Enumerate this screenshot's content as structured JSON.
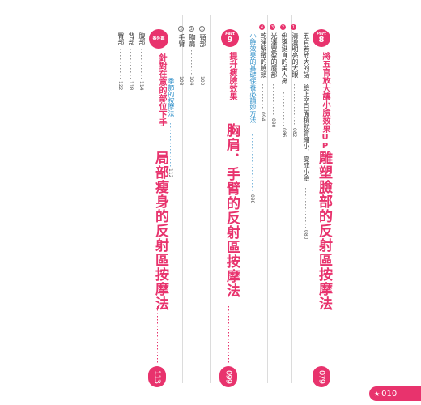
{
  "part8": {
    "badge_word": "Part",
    "badge_num": "8",
    "subtitle": "將五官放大讓小臉效果UP",
    "title": "雕塑臉部的反射區按摩法",
    "page": "079",
    "items": [
      {
        "text": "五官若放大的話，臉上空白面積就會縮小，變成小臉",
        "page": "080"
      },
      {
        "text": "清澈明亮的大眼",
        "page": "082"
      },
      {
        "text": "俐落挺直的美人鼻",
        "page": "086"
      },
      {
        "text": "光澤豐盈的唇部",
        "page": "090"
      },
      {
        "text": "乾淨緊緻的臉頰",
        "page": "094"
      }
    ]
  },
  "part9": {
    "badge_word": "Part",
    "badge_num": "9",
    "subtitle": "提升瘦臉效果",
    "title": "胸肩．手臂的反射區按摩法",
    "page": "099",
    "blue_items": [
      {
        "text": "小臉效果的基礎保養必讀妙方法",
        "page": "098"
      }
    ],
    "items": [
      {
        "text": "頸部",
        "page": "100"
      },
      {
        "text": "胸肩",
        "page": "104"
      },
      {
        "text": "手臂",
        "page": "108"
      }
    ]
  },
  "extra": {
    "badge": "番外篇",
    "subtitle": "針對在意的部位下手",
    "title": "局部瘦身的反射區按摩法",
    "page": "113",
    "blue_items": [
      {
        "text": "季節的按摩法",
        "page": "112"
      }
    ],
    "items": [
      {
        "text": "腹部",
        "page": "114"
      },
      {
        "text": "背部",
        "page": "118"
      },
      {
        "text": "臀部",
        "page": "122"
      }
    ]
  },
  "footer": {
    "star": "★",
    "page": "010"
  }
}
